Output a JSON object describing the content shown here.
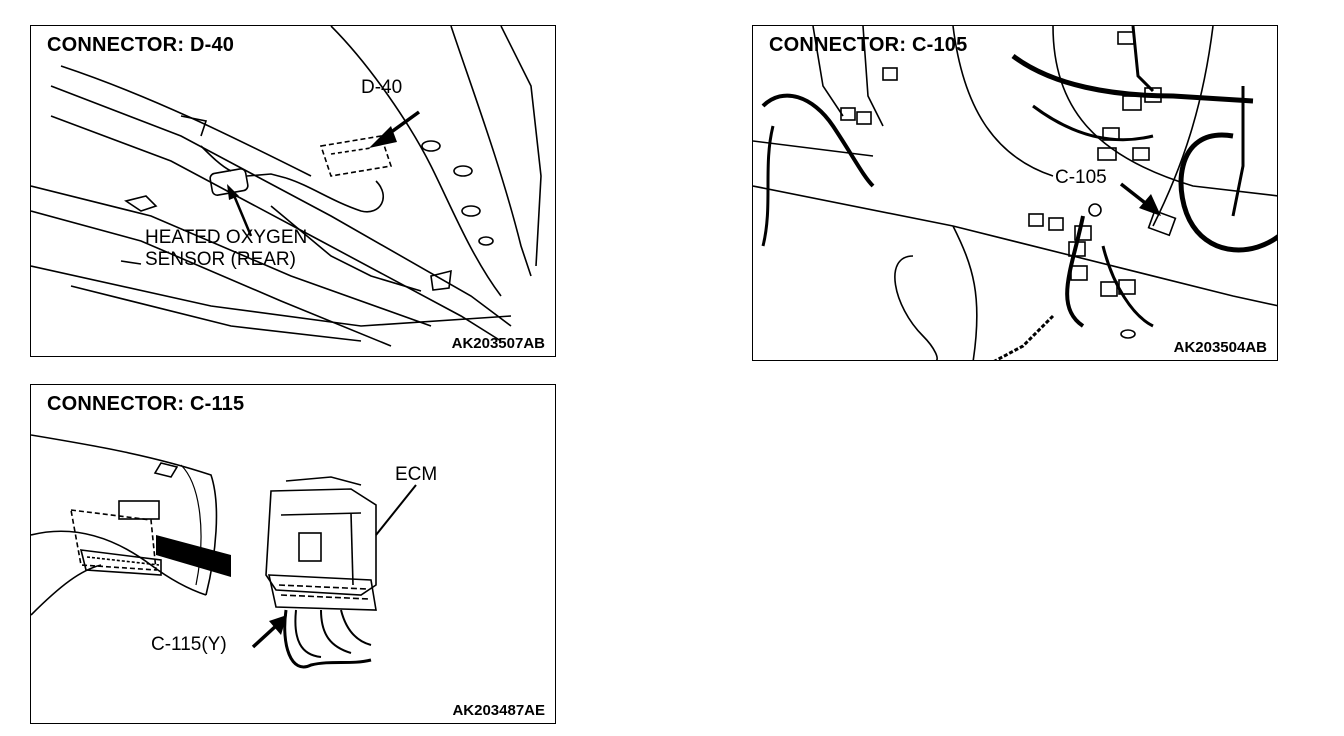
{
  "panels": [
    {
      "title": "CONNECTOR: D-40",
      "code": "AK203507AB",
      "callouts": [
        "D-40",
        "HEATED OXYGEN",
        "SENSOR (REAR)"
      ]
    },
    {
      "title": "CONNECTOR: C-105",
      "code": "AK203504AB",
      "callouts": [
        "C-105"
      ]
    },
    {
      "title": "CONNECTOR: C-115",
      "code": "AK203487AE",
      "callouts": [
        "ECM",
        "C-115(Y)"
      ]
    }
  ],
  "icons": {
    "d40": "underbody-exhaust-sensor-drawing",
    "c105": "engine-harness-connectors-drawing",
    "c115": "ecm-dashboard-drawing"
  }
}
